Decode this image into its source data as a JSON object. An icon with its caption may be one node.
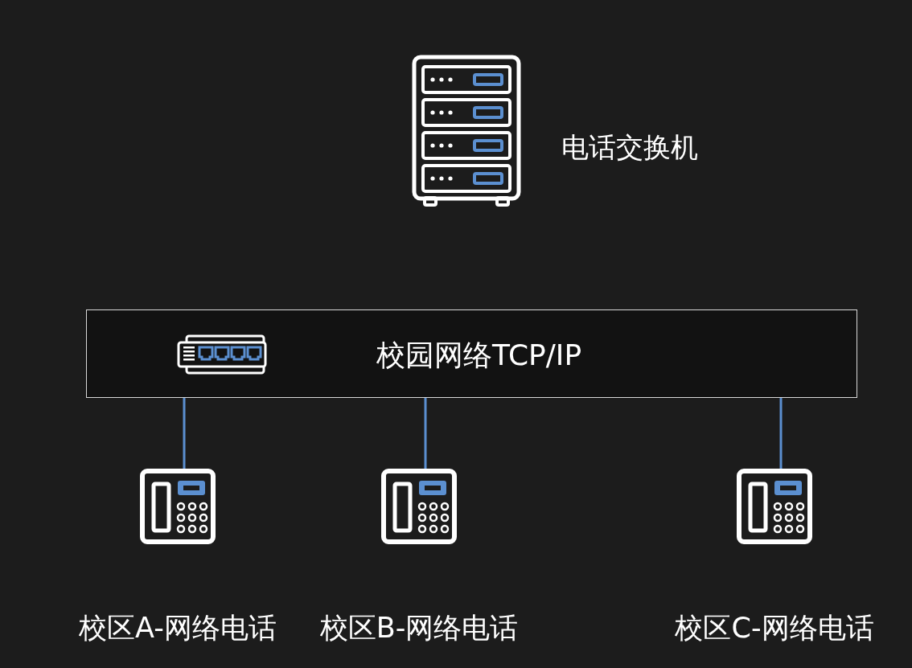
{
  "diagram": {
    "nodes": [
      {
        "text": [],
        "shape": "server",
        "beside": [
          "电话交换机"
        ]
      },
      {
        "text": [
          "校园网络TCP/IP"
        ]
      },
      {
        "text": [],
        "shape": "phone",
        "beside": [
          "校区A-网络电话"
        ]
      },
      {
        "text": [],
        "shape": "phone",
        "beside": [
          "校区B-网络电话"
        ]
      },
      {
        "text": [],
        "shape": "phone",
        "beside": [
          "校区C-网络电话"
        ]
      }
    ],
    "edges": [
      {
        "from": 1,
        "to": 2,
        "arrow": "none"
      },
      {
        "from": 1,
        "to": 3,
        "arrow": "none"
      },
      {
        "from": 1,
        "to": 4,
        "arrow": "none"
      }
    ]
  }
}
